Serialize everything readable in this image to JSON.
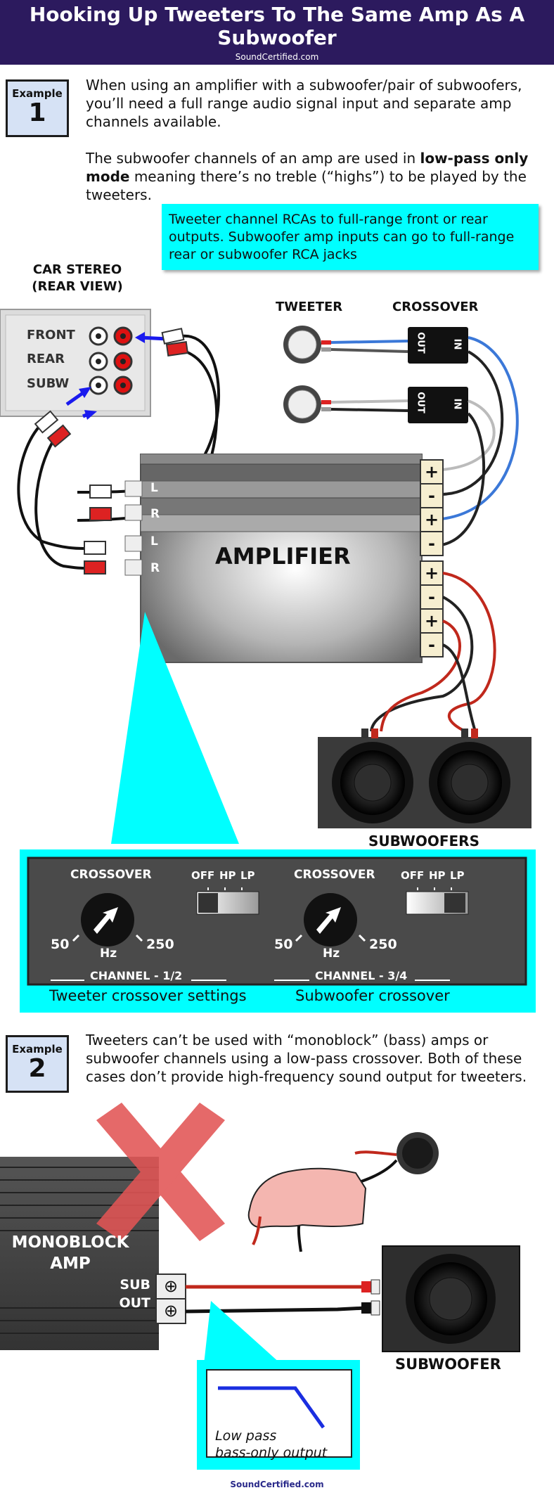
{
  "header": {
    "title": "Hooking Up Tweeters To The Same Amp As A Subwoofer",
    "site": "SoundCertified.com"
  },
  "example1": {
    "badge_label": "Example",
    "badge_num": "1",
    "para1": "When using an amplifier with a subwoofer/pair of subwoofers, you’ll need a full range audio signal input and separate amp channels available.",
    "para2_pre": "The subwoofer channels of an amp are used in ",
    "para2_bold": "low-pass only mode",
    "para2_post": " meaning there’s no treble (“highs”) to be played by the tweeters.",
    "callout": "Tweeter channel RCAs to full-range front or rear outputs. Subwoofer amp inputs can go to full-range rear or subwoofer RCA jacks",
    "stereo_label_1": "CAR STEREO",
    "stereo_label_2": "(REAR VIEW)",
    "stereo_rows": [
      "FRONT",
      "REAR",
      "SUBW"
    ],
    "tweeter_label": "TWEETER",
    "crossover_label": "CROSSOVER",
    "xover_out": "OUT",
    "xover_in": "IN",
    "amp_label": "AMPLIFIER",
    "amp_inputs": [
      "L",
      "R",
      "L",
      "R"
    ],
    "terminals": [
      "+",
      "-",
      "+",
      "-",
      "+",
      "-",
      "+",
      "-"
    ],
    "subwoofers_label": "SUBWOOFERS",
    "panel": {
      "left": {
        "title": "CROSSOVER",
        "min": "50",
        "max": "250",
        "unit": "Hz",
        "switch": [
          "OFF",
          "HP",
          "LP"
        ],
        "channel": "CHANNEL - 1/2",
        "caption": "Tweeter crossover settings"
      },
      "right": {
        "title": "CROSSOVER",
        "min": "50",
        "max": "250",
        "unit": "Hz",
        "switch": [
          "OFF",
          "HP",
          "LP"
        ],
        "channel": "CHANNEL - 3/4",
        "caption": "Subwoofer crossover"
      }
    }
  },
  "example2": {
    "badge_label": "Example",
    "badge_num": "2",
    "para": "Tweeters can’t be used with “monoblock” (bass) amps or subwoofer channels using a low-pass crossover. Both of these cases don’t provide high-frequency sound output for tweeters.",
    "amp_label_1": "MONOBLOCK",
    "amp_label_2": "AMP",
    "sub_out_1": "SUB",
    "sub_out_2": "OUT",
    "terminal_symbol": "⊕",
    "subwoofer_label": "SUBWOOFER",
    "inset_1": "Low pass",
    "inset_2": "bass-only output"
  },
  "footer": {
    "site": "SoundCertified.com"
  },
  "colors": {
    "header_bg": "#2c1a5e",
    "callout": "#00ffff",
    "badge_bg": "#d6e2f5",
    "wire_red": "#c0281c",
    "wire_blue": "#3b78d8",
    "cross_red": "#e25555"
  }
}
